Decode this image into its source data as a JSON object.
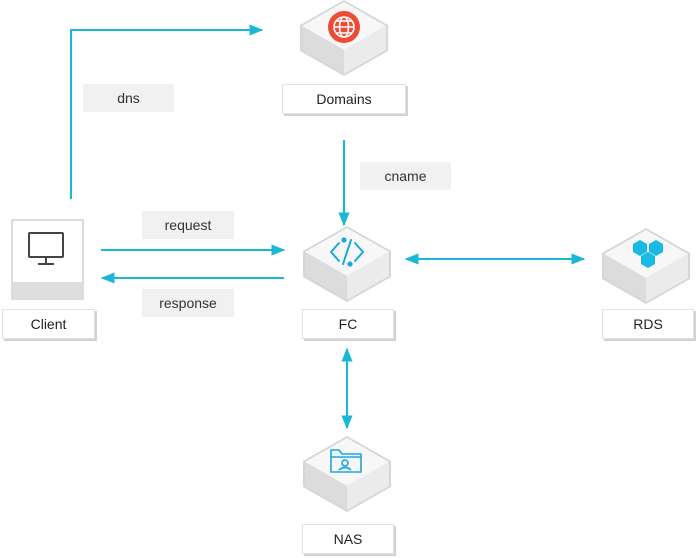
{
  "colors": {
    "connector": "#1ab7d6",
    "domains_icon": "#ef4a35",
    "fc_icon": "#1aa8e0",
    "rds_icon": "#19b9e6",
    "nas_icon": "#1aa8e0",
    "label_fill": "#f1f1f1",
    "cube_top": "#f6f6f6",
    "cube_side_left": "#dcdcdc",
    "cube_side_right": "#ebebeb"
  },
  "nodes": {
    "client": {
      "label": "Client",
      "icon": "monitor-icon"
    },
    "domains": {
      "label": "Domains",
      "icon": "globe-icon"
    },
    "fc": {
      "label": "FC",
      "icon": "function-compute-icon"
    },
    "rds": {
      "label": "RDS",
      "icon": "database-cluster-icon"
    },
    "nas": {
      "label": "NAS",
      "icon": "shared-folder-icon"
    }
  },
  "edges": {
    "dns": "dns",
    "cname": "cname",
    "request": "request",
    "response": "response"
  }
}
